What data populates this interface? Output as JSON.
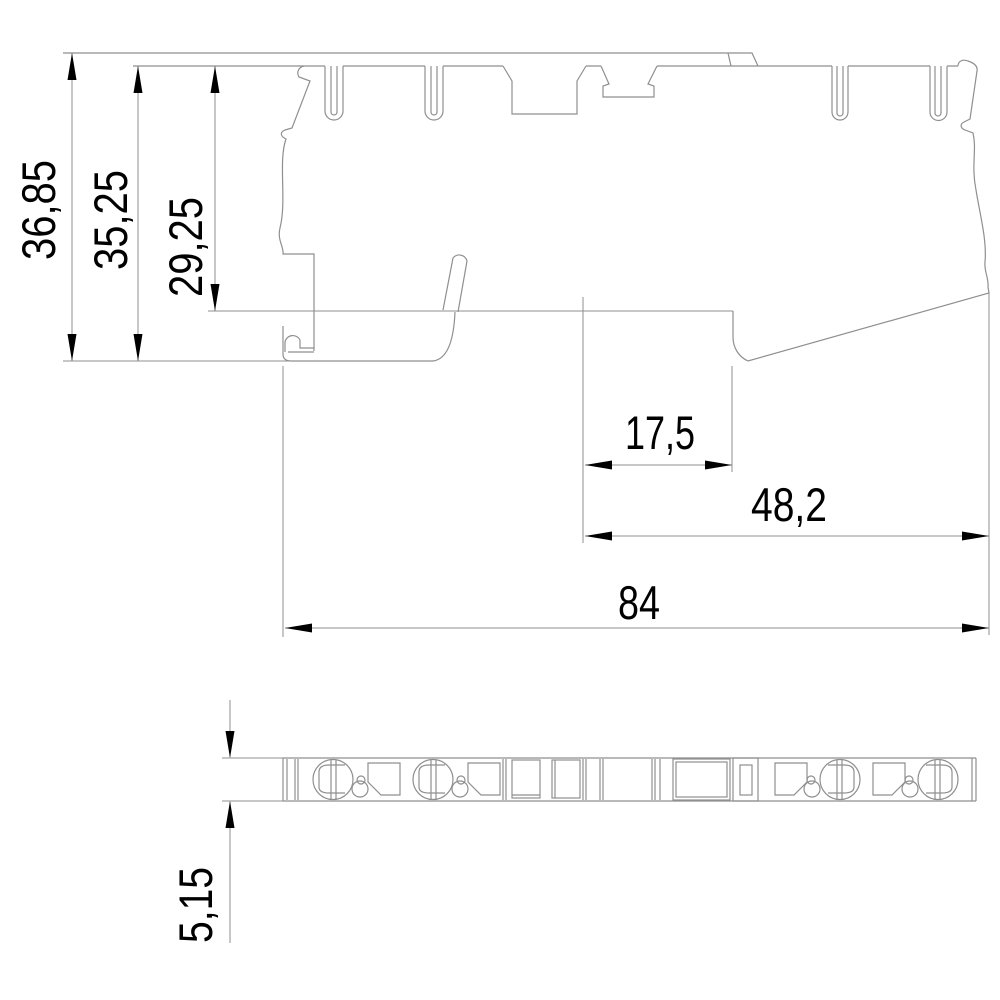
{
  "colors": {
    "background": "#ffffff",
    "line": "#8f8f8f",
    "arrow": "#000000",
    "text": "#000000"
  },
  "dimensions": {
    "overall_height": "36,85",
    "body_height": "35,25",
    "upper_body_height": "29,25",
    "notch_width": "17,5",
    "partial_width": "48,2",
    "overall_width": "84",
    "strip_thickness": "5,15"
  }
}
